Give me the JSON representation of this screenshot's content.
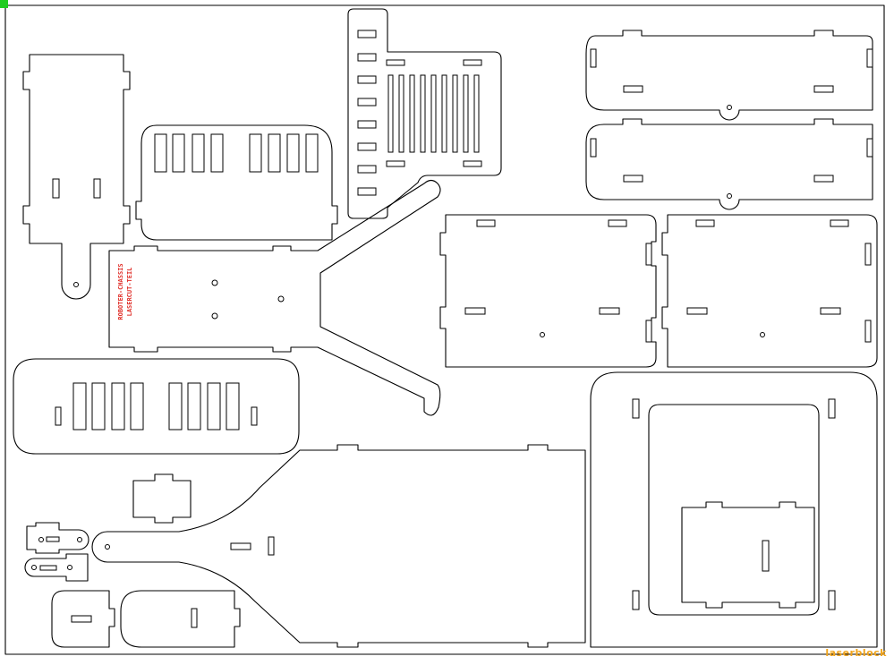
{
  "colors": {
    "cut_line": "#000000",
    "background": "#ffffff",
    "engrave": "#e0302a",
    "origin_marker": "#22cc22",
    "watermark": "#f2a51c"
  },
  "engrave_labels": [
    "ROBOTER-CHASSIS",
    "LASERCUT-TEIL"
  ],
  "watermark": "laserblock"
}
